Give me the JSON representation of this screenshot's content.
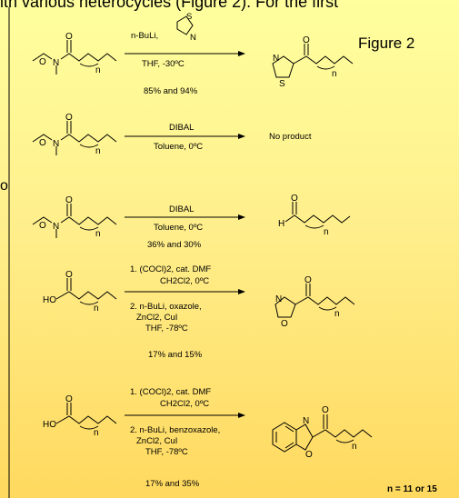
{
  "header_text": "ith various heterocycles (Figure 2). For the first",
  "side_text": "o",
  "figure_label": "Figure 2",
  "footnote": "n = 11 or 15",
  "atoms": {
    "O": "O",
    "N": "N",
    "S": "S",
    "H": "H",
    "HO": "HO",
    "n": "n"
  },
  "reactions": [
    {
      "id": "r1",
      "conditions_above": [
        "n-BuLi,"
      ],
      "conditions_below": [
        "THF, -30ºC"
      ],
      "yield": "85% and 94%",
      "product": "2-acyl-thiazole"
    },
    {
      "id": "r2",
      "conditions_above": [
        "DIBAL"
      ],
      "conditions_below": [
        "Toluene, 0ºC"
      ],
      "yield": "",
      "product_text": "No product"
    },
    {
      "id": "r3",
      "conditions_above": [
        "DIBAL"
      ],
      "conditions_below": [
        "Toluene, 0ºC"
      ],
      "yield": "36% and 30%",
      "product": "aldehyde"
    },
    {
      "id": "r4",
      "conditions_above": [
        "1. (COCl)2, cat. DMF",
        "CH2Cl2, 0ºC"
      ],
      "conditions_below": [
        "2. n-BuLi, oxazole,",
        "ZnCl2, CuI",
        "THF, -78ºC"
      ],
      "yield": "17% and 15%",
      "product": "2-acyl-oxazole"
    },
    {
      "id": "r5",
      "conditions_above": [
        "1. (COCl)2, cat. DMF",
        "CH2Cl2, 0ºC"
      ],
      "conditions_below": [
        "2. n-BuLi, benzoxazole,",
        "ZnCl2, CuI",
        "THF, -78ºC"
      ],
      "yield": "17% and 35%",
      "product": "2-acyl-benzoxazole"
    }
  ]
}
